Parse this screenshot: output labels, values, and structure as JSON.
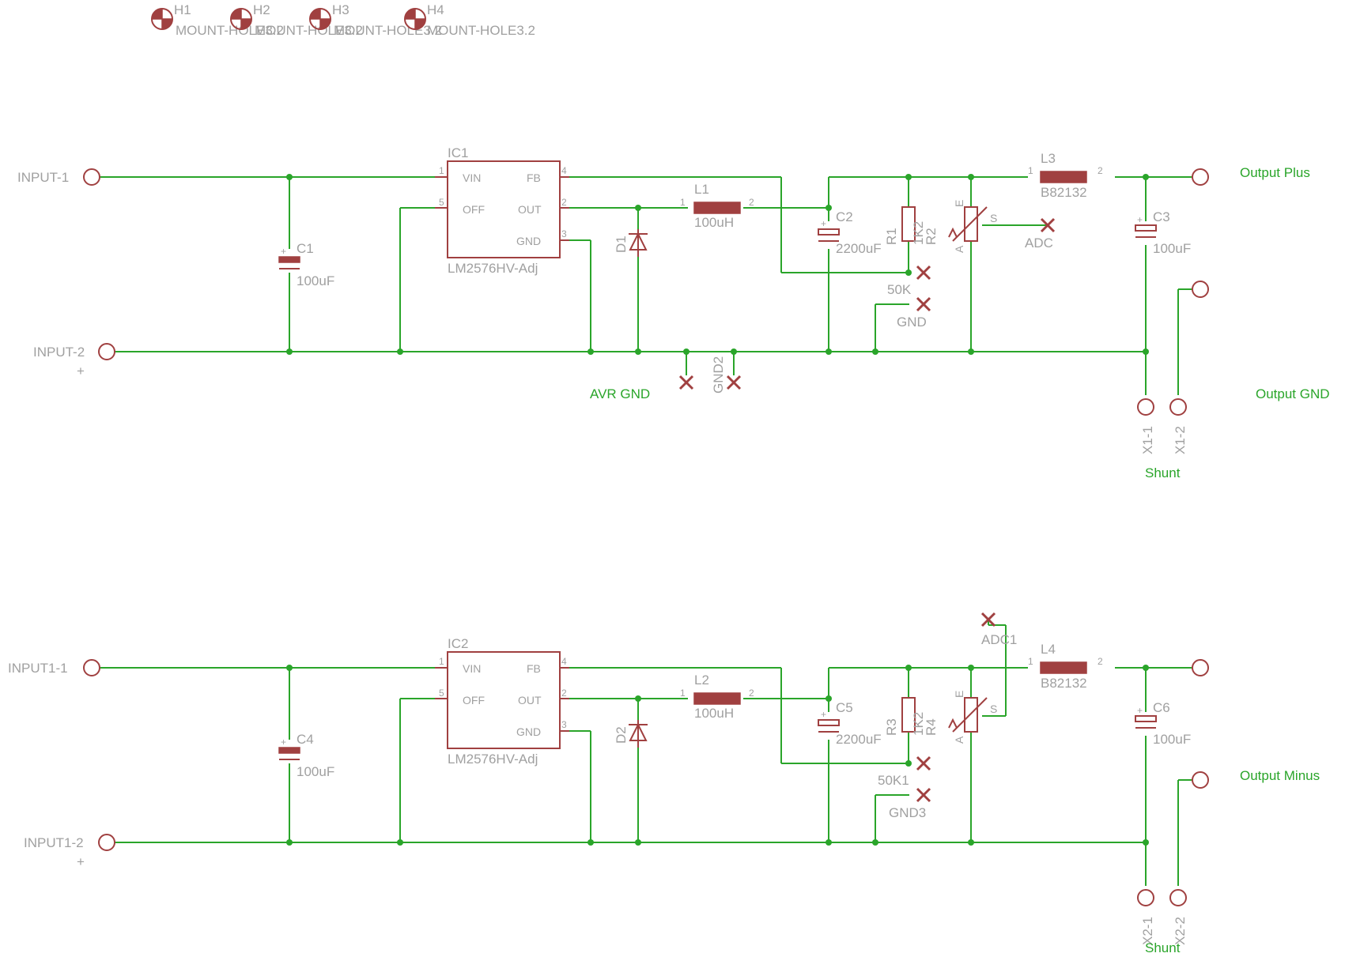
{
  "mount_holes": {
    "h1": {
      "name": "H1",
      "value": "MOUNT-HOLE3.2"
    },
    "h2": {
      "name": "H2",
      "value": "MOUNT-HOLE3.2"
    },
    "h3": {
      "name": "H3",
      "value": "MOUNT-HOLE3.2"
    },
    "h4": {
      "name": "H4",
      "value": "MOUNT-HOLE3.2"
    }
  },
  "top": {
    "input1": "INPUT-1",
    "input2": "INPUT-2",
    "input2_plus": "+",
    "ic": {
      "name": "IC1",
      "value": "LM2576HV-Adj",
      "pins": {
        "vin": "VIN",
        "off": "OFF",
        "fb": "FB",
        "out": "OUT",
        "gnd": "GND",
        "p1": "1",
        "p5": "5",
        "p4": "4",
        "p2": "2",
        "p3": "3"
      }
    },
    "c1": {
      "name": "C1",
      "value": "100uF"
    },
    "d1": "D1",
    "l1": {
      "name": "L1",
      "value": "100uH",
      "p1": "1",
      "p2": "2"
    },
    "c2": {
      "name": "C2",
      "value": "2200uF"
    },
    "r1": {
      "name": "R1",
      "value": "1K2"
    },
    "r2": {
      "name": "R2",
      "value": "50K"
    },
    "pot_pins": {
      "a": "A",
      "e": "E",
      "s": "S"
    },
    "adc": "ADC",
    "gnd": "GND",
    "avr_gnd": "AVR GND",
    "gnd2": "GND2",
    "l3": {
      "name": "L3",
      "value": "B82132",
      "p1": "1",
      "p2": "2"
    },
    "c3": {
      "name": "C3",
      "value": "100uF"
    },
    "output_plus": "Output Plus",
    "output_gnd": "Output GND",
    "x1_1": "X1-1",
    "x1_2": "X1-2",
    "shunt": "Shunt"
  },
  "bottom": {
    "input1": "INPUT1-1",
    "input2": "INPUT1-2",
    "input2_plus": "+",
    "ic": {
      "name": "IC2",
      "value": "LM2576HV-Adj",
      "pins": {
        "vin": "VIN",
        "off": "OFF",
        "fb": "FB",
        "out": "OUT",
        "gnd": "GND",
        "p1": "1",
        "p5": "5",
        "p4": "4",
        "p2": "2",
        "p3": "3"
      }
    },
    "c4": {
      "name": "C4",
      "value": "100uF"
    },
    "d2": "D2",
    "l2": {
      "name": "L2",
      "value": "100uH",
      "p1": "1",
      "p2": "2"
    },
    "c5": {
      "name": "C5",
      "value": "2200uF"
    },
    "r3": {
      "name": "R3",
      "value": "1K2"
    },
    "r4": {
      "name": "R4",
      "value": "50K1"
    },
    "pot_pins": {
      "a": "A",
      "e": "E",
      "s": "S"
    },
    "adc1": "ADC1",
    "gnd3": "GND3",
    "l4": {
      "name": "L4",
      "value": "B82132",
      "p1": "1",
      "p2": "2"
    },
    "c6": {
      "name": "C6",
      "value": "100uF"
    },
    "output_minus": "Output Minus",
    "x2_1": "X2-1",
    "x2_2": "X2-2",
    "shunt": "Shunt"
  }
}
